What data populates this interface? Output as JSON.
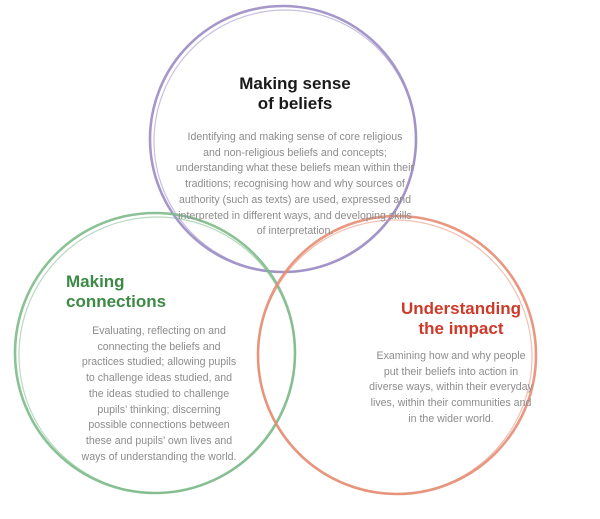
{
  "colors": {
    "beliefs_circle": "#9b8cc4",
    "connections_circle": "#7dba8a",
    "impact_circle": "#e58d72",
    "beliefs_title": "#1a1a1a",
    "connections_title": "#3c8a45",
    "impact_title": "#cc3a2a",
    "body_text": "#8c8c8c"
  },
  "beliefs": {
    "title": "Making sense\nof beliefs",
    "body": "Identifying and making sense of core religious\nand non-religious beliefs and concepts;\nunderstanding what these beliefs mean within their\ntraditions; recognising how and why sources of\nauthority (such as texts) are used, expressed and\ninterpreted in different ways, and developing skills\nof interpretation."
  },
  "connections": {
    "title": "Making\nconnections",
    "body": "Evaluating, reflecting on and\nconnecting the beliefs and\npractices studied; allowing pupils\nto challenge ideas studied, and\nthe ideas studied to challenge\npupils’ thinking; discerning\npossible connections between\nthese and pupils’ own lives and\nways of understanding the world."
  },
  "impact": {
    "title": "Understanding\nthe impact",
    "body": "Examining how and why people\nput their beliefs into action in\ndiverse ways, within their everyday\nlives, within their communities and\nin the wider world."
  }
}
